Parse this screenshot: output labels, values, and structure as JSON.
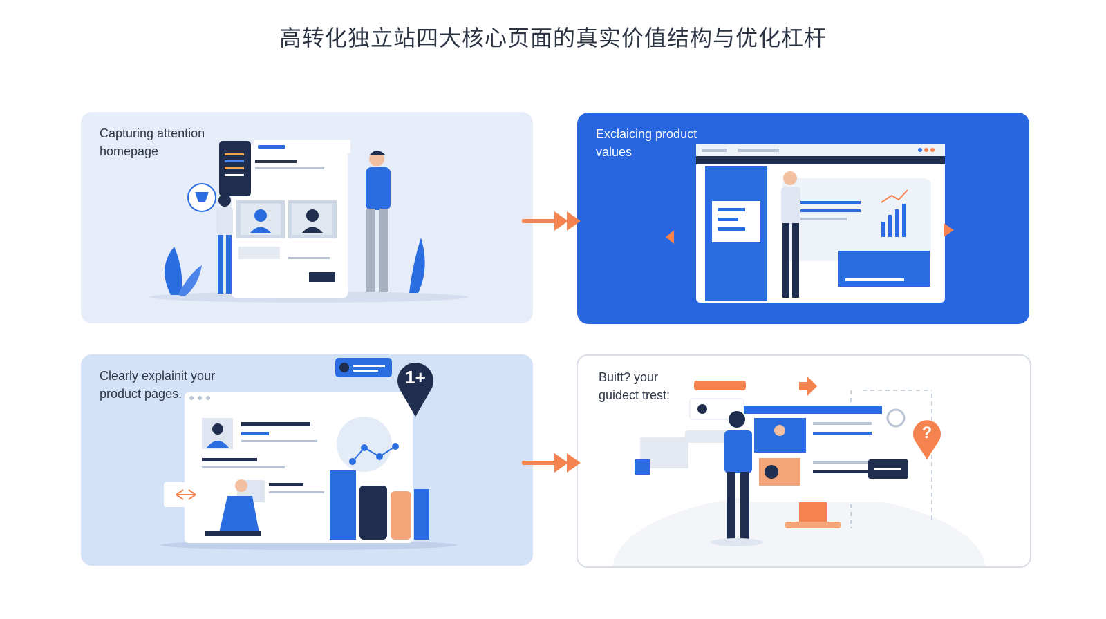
{
  "title": "高转化独立站四大核心页面的真实价值结构与优化杠杆",
  "colors": {
    "accent_blue": "#2866e0",
    "navy": "#1f2d4e",
    "orange": "#f5834f",
    "panel_light": "#e6edf8",
    "panel_mid": "#d3e2f6"
  },
  "panels": [
    {
      "label": "Capturing attention\nhomepage"
    },
    {
      "label": "Exclaicing product\nvalues"
    },
    {
      "label": "Clearly explainit your\nproduct pages."
    },
    {
      "label": "Buitt? your\nguidect trest:"
    }
  ],
  "badges": {
    "pin_number": "1+",
    "help_mark": "?"
  },
  "icons": [
    "arrow-right-icon",
    "question-pin-icon",
    "number-pin-icon",
    "bar-chart-icon",
    "swap-arrows-icon",
    "chat-bubble-icon"
  ]
}
